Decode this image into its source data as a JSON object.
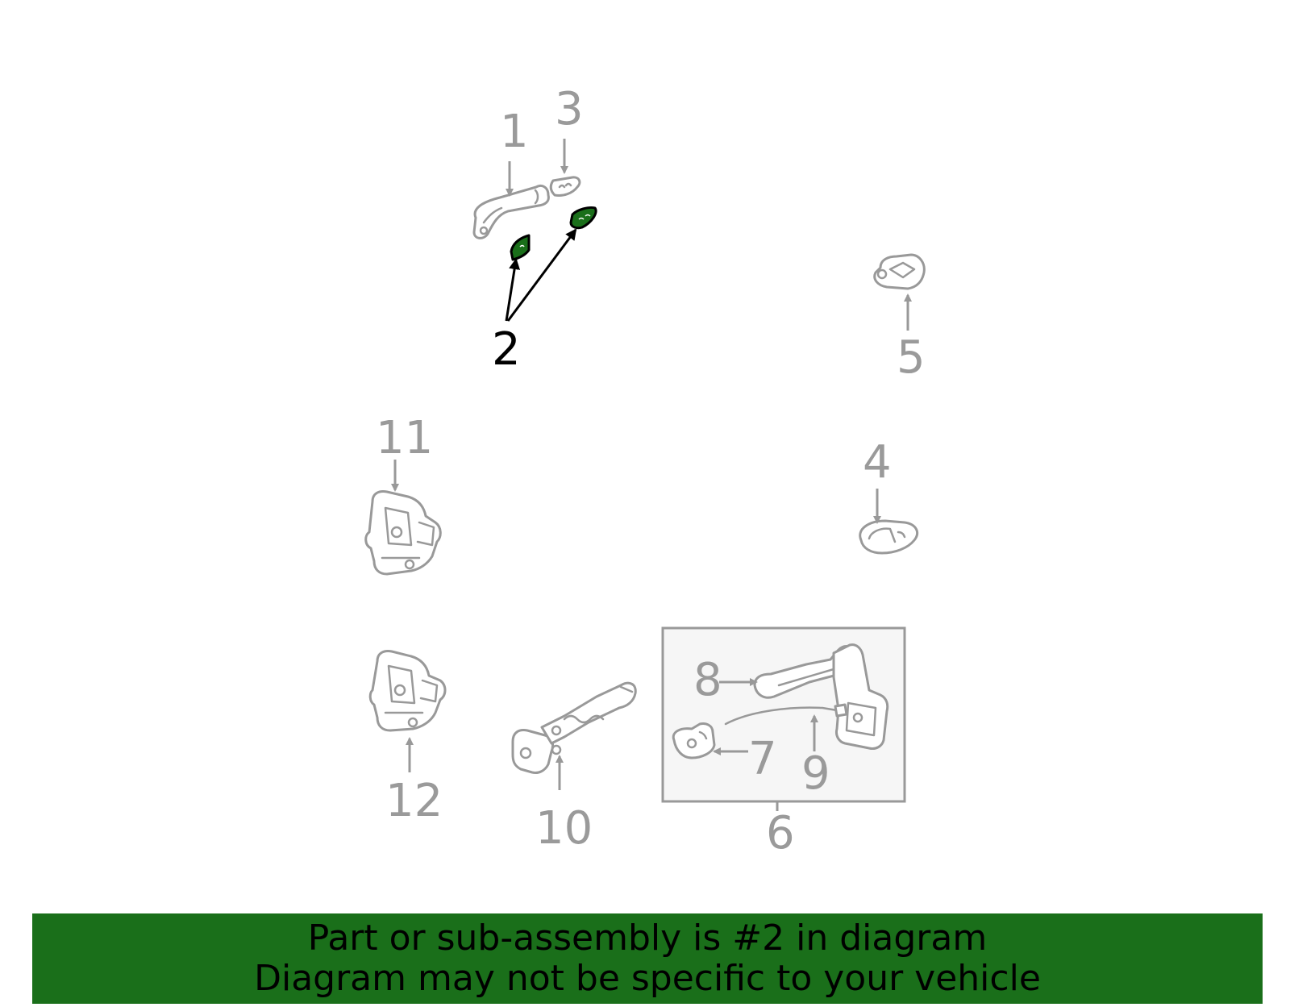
{
  "diagram": {
    "highlighted_part": "2",
    "callouts": {
      "c1": "1",
      "c2": "2",
      "c3": "3",
      "c4": "4",
      "c5": "5",
      "c6": "6",
      "c7": "7",
      "c8": "8",
      "c9": "9",
      "c10": "10",
      "c11": "11",
      "c12": "12"
    },
    "colors": {
      "highlight": "#1a6f1a",
      "line": "#999999",
      "text": "#9a9a9a"
    }
  },
  "footer": {
    "line1": "Part or sub-assembly is #2 in diagram",
    "line2": "Diagram may not be specific to your vehicle"
  }
}
